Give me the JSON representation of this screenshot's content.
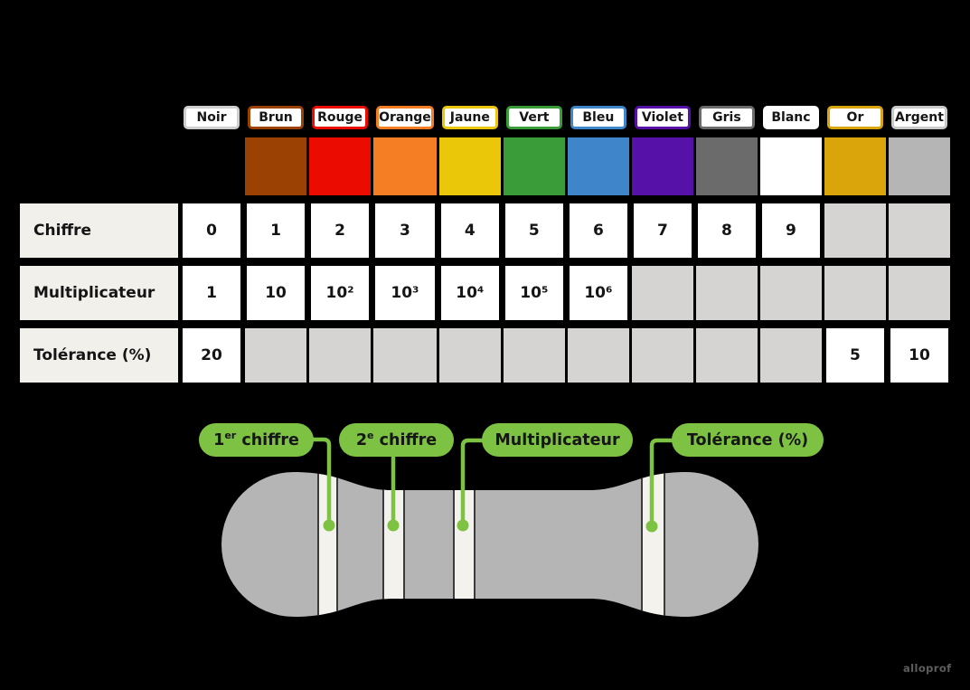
{
  "palette": {
    "background": "#000000",
    "pill_green": "#7DC243",
    "cell_white": "#FFFFFF",
    "cell_empty": "#D5D4D2",
    "row_header_bg": "#F2F0EB",
    "resistor_body": "#B5B5B5",
    "band_fill": "#F4F2EC",
    "band_edge": "#3B3B3B",
    "watermark_color": "#5E5E5E"
  },
  "table": {
    "row_labels": [
      "Chiffre",
      "Multiplicateur",
      "Tolérance (%)"
    ],
    "columns": [
      {
        "name": "Noir",
        "swatch": "#000000",
        "label_border": "#CFCFCF",
        "chiffre": "0",
        "multiplicateur": "1",
        "tolerance": "20"
      },
      {
        "name": "Brun",
        "swatch": "#9B4104",
        "label_border": "#9B4104",
        "chiffre": "1",
        "multiplicateur": "10",
        "tolerance": ""
      },
      {
        "name": "Rouge",
        "swatch": "#EC0B00",
        "label_border": "#EC0B00",
        "chiffre": "2",
        "multiplicateur": "10²",
        "tolerance": ""
      },
      {
        "name": "Orange",
        "swatch": "#F57E24",
        "label_border": "#F57E24",
        "chiffre": "3",
        "multiplicateur": "10³",
        "tolerance": ""
      },
      {
        "name": "Jaune",
        "swatch": "#EBC70A",
        "label_border": "#EBC70A",
        "chiffre": "4",
        "multiplicateur": "10⁴",
        "tolerance": ""
      },
      {
        "name": "Vert",
        "swatch": "#3A9C39",
        "label_border": "#3A9C39",
        "chiffre": "5",
        "multiplicateur": "10⁵",
        "tolerance": ""
      },
      {
        "name": "Bleu",
        "swatch": "#3E86C9",
        "label_border": "#3E86C9",
        "chiffre": "6",
        "multiplicateur": "10⁶",
        "tolerance": ""
      },
      {
        "name": "Violet",
        "swatch": "#5611A8",
        "label_border": "#5611A8",
        "chiffre": "7",
        "multiplicateur": "",
        "tolerance": ""
      },
      {
        "name": "Gris",
        "swatch": "#6B6B6B",
        "label_border": "#6B6B6B",
        "chiffre": "8",
        "multiplicateur": "",
        "tolerance": ""
      },
      {
        "name": "Blanc",
        "swatch": "#FFFFFF",
        "label_border": "#FFFFFF",
        "chiffre": "9",
        "multiplicateur": "",
        "tolerance": ""
      },
      {
        "name": "Or",
        "swatch": "#D9A50B",
        "label_border": "#D9A50B",
        "chiffre": "",
        "multiplicateur": "",
        "tolerance": "5"
      },
      {
        "name": "Argent",
        "swatch": "#B5B5B5",
        "label_border": "#C9C9C9",
        "chiffre": "",
        "multiplicateur": "",
        "tolerance": "10"
      }
    ]
  },
  "diagram": {
    "labels": [
      {
        "num": "1",
        "sup": "er",
        "rest": " chiffre"
      },
      {
        "num": "2",
        "sup": "e",
        "rest": " chiffre"
      },
      {
        "num": "",
        "sup": "",
        "rest": "Multiplicateur"
      },
      {
        "num": "",
        "sup": "",
        "rest": "Tolérance (%)"
      }
    ]
  },
  "watermark": "alloprof"
}
